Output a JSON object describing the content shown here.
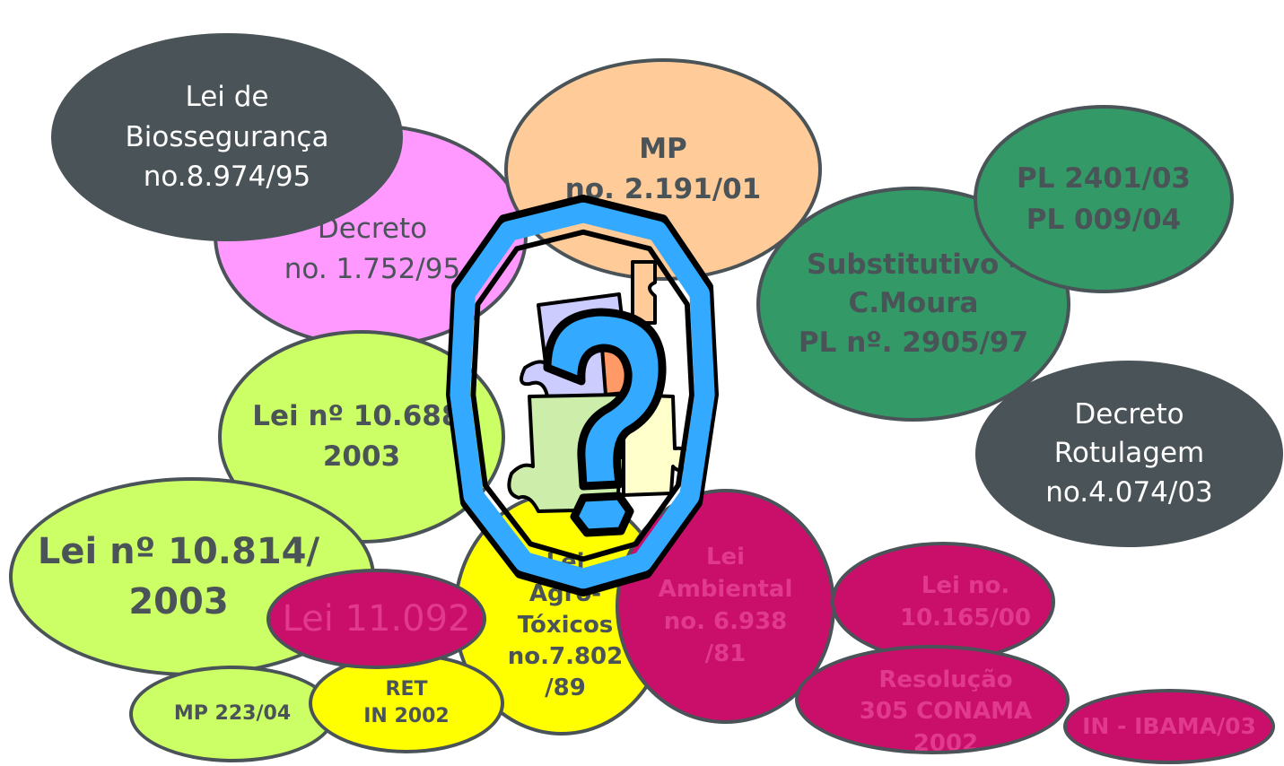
{
  "colors": {
    "slate": "#4a5357",
    "magenta": "#c90f6a",
    "pink": "#ff99ff",
    "peach": "#ffcc99",
    "teal": "#339966",
    "lime": "#ccff66",
    "yellow": "#ffff00",
    "blue": "#33aaff"
  },
  "icons": {
    "central_art": "puzzle-question-mark-icon"
  },
  "nodes": {
    "lei_biosseguranca": "Lei de\nBiossegurança\nno.8.974/95",
    "decreto_1752": "Decreto\nno. 1.752/95",
    "mp_2191": "MP\nno. 2.191/01",
    "pl_2401": "PL 2401/03\nPL 009/04",
    "substitutivo": "Substitutivo -\nC.Moura\nPL nº. 2905/97",
    "decreto_rotulagem": "Decreto\nRotulagem\nno.4.074/03",
    "lei_10688": "Lei nº 10.688/\n2003",
    "lei_10814": "Lei nº 10.814/\n2003",
    "lei_11092": "Lei 11.092",
    "lei_agrotoxicos": "Lei\nAgro-\nTóxicos\nno.7.802\n/89",
    "lei_ambiental": "Lei\nAmbiental\nno. 6.938\n/81",
    "lei_10165": "Lei no.\n10.165/00",
    "resolucao_conama": "Resolução\n305 CONAMA\n2002",
    "in_ibama": "IN - IBAMA/03",
    "mp_223": "MP 223/04",
    "ret": "RET\nIN 2002"
  }
}
